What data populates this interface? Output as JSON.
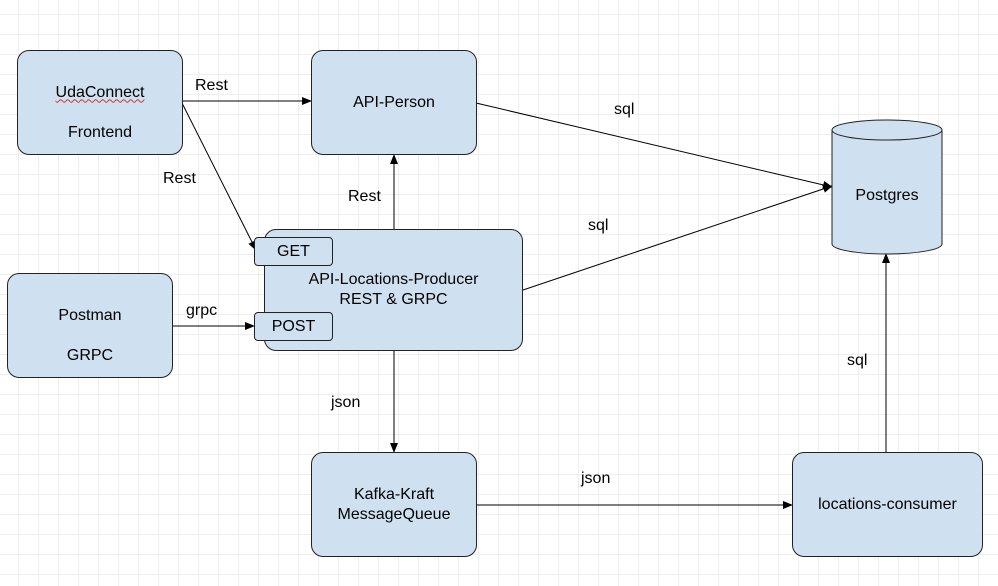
{
  "nodes": {
    "udaconnect_frontend": {
      "line1": "UdaConnect",
      "line2": "Frontend"
    },
    "api_person": {
      "label": "API-Person"
    },
    "postgres": {
      "label": "Postgres"
    },
    "postman_grpc": {
      "line1": "Postman",
      "line2": "GRPC"
    },
    "api_locations_producer": {
      "label": "API-Locations-Producer\nREST & GRPC"
    },
    "kafka_kraft": {
      "label": "Kafka-Kraft\nMessageQueue"
    },
    "locations_consumer": {
      "label": "locations-consumer"
    }
  },
  "ports": {
    "get": "GET",
    "post": "POST"
  },
  "edges": {
    "frontend_to_person": "Rest",
    "frontend_to_get": "Rest",
    "producer_to_person": "Rest",
    "person_to_postgres": "sql",
    "producer_to_postgres": "sql",
    "postman_to_post": "grpc",
    "producer_to_kafka": "json",
    "kafka_to_consumer": "json",
    "consumer_to_postgres": "sql"
  },
  "colors": {
    "node_fill": "#cfe0f1",
    "stroke": "#222222",
    "grid": "#eeeeee"
  }
}
